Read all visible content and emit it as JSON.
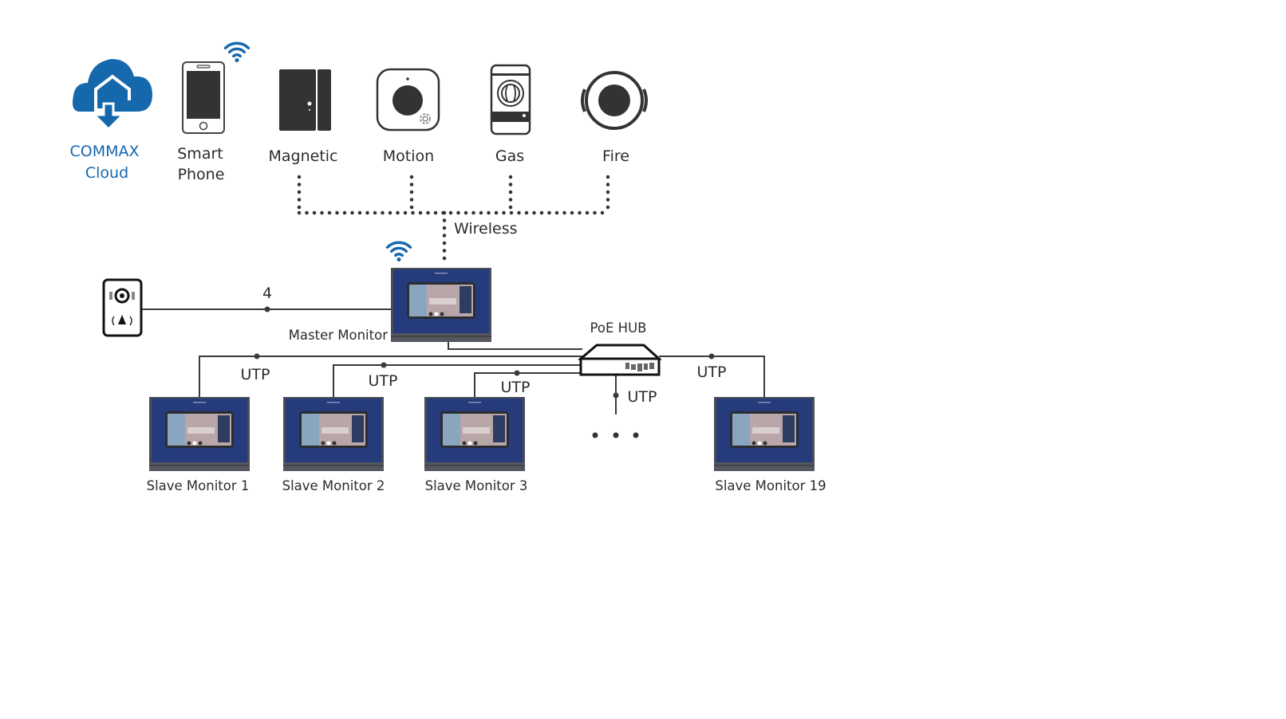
{
  "colors": {
    "brand_blue": "#1668ad",
    "line": "#3a3a3a",
    "device_dark": "#333333",
    "monitor_panel": "#253b7c"
  },
  "top_devices": [
    {
      "label_line1": "COMMAX",
      "label_line2": "Cloud",
      "icon": "cloud-upload-download-icon"
    },
    {
      "label_line1": "Smart",
      "label_line2": "Phone",
      "icon": "smartphone-icon"
    },
    {
      "label": "Magnetic",
      "icon": "magnetic-sensor-icon"
    },
    {
      "label": "Motion",
      "icon": "motion-sensor-icon"
    },
    {
      "label": "Gas",
      "icon": "gas-sensor-icon"
    },
    {
      "label": "Fire",
      "icon": "fire-sensor-icon"
    }
  ],
  "wireless_label": "Wireless",
  "door_station": {
    "wire_count": "4",
    "icon": "door-station-icon"
  },
  "master_monitor": {
    "label": "Master Monitor"
  },
  "hub": {
    "label": "PoE HUB"
  },
  "cable_label": "UTP",
  "slave_monitors": [
    {
      "label": "Slave Monitor 1"
    },
    {
      "label": "Slave Monitor 2"
    },
    {
      "label": "Slave Monitor 3"
    },
    {
      "label": "Slave Monitor 19"
    }
  ]
}
